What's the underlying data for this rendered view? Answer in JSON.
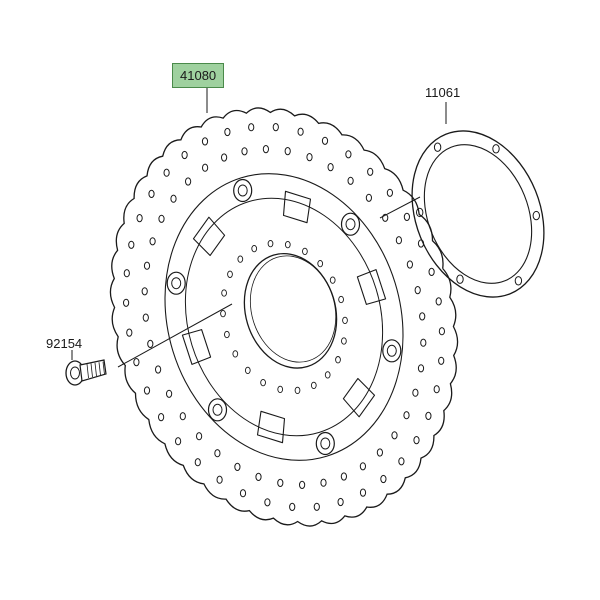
{
  "parts": {
    "disc": {
      "number": "41080",
      "highlighted": true
    },
    "gasket": {
      "number": "11061"
    },
    "bolt": {
      "number": "92154"
    }
  },
  "colors": {
    "highlight_fill": "#9fd19f",
    "highlight_border": "#4a8a4a",
    "line": "#1a1a1a"
  }
}
